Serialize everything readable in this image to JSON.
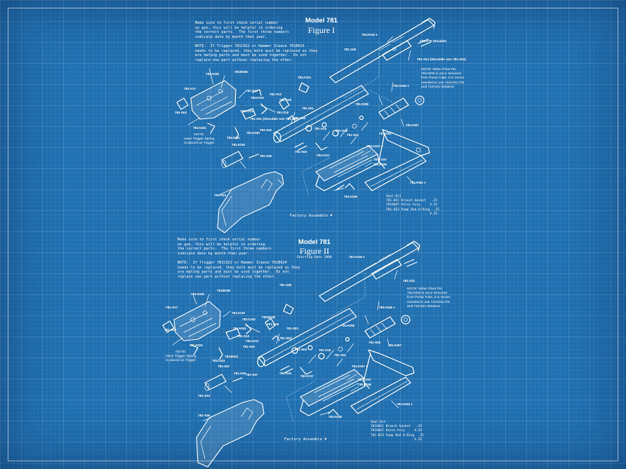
{
  "figures": [
    {
      "model": "Model 781",
      "figure": "Figure I",
      "starting_date": "",
      "note": "Make sure to first check serial number\non gun, this will be helpful in ordering\nthe correct parts.  The first three numbers\nindicate date by month then year.\n\nNOTE:  If Trigger 781C022 or Hammer Sleeve 781B024\nneeds to be replaced, they both must be replaced as they\nare mating parts and must be used together.  Do not\nreplace one part without replacing the other.",
      "pivot_note": "NOTE: When Pivot Pin\n781A006 is once removed\nfrom Pump Tube, it is recom-\nmended to use 715A011 Pin\nand 715-021 Retainer",
      "trigger_note": "NOTE:\nHave Trigger Spring\nis placed on Trigger",
      "factory": "Factory Assemble ♦",
      "seal_kit": "Seal Kit\n781-011 Breech Gasket   .25\n781A047 Valve Assy.    4.35\n781-033 Pump Rod O-Ring  .25\n                       4.35",
      "labels": [
        "781A016 ♦",
        "130-079 Shoulder",
        "781-012 (Shoulder use 781-012)",
        "781A046 ♦",
        "781A008",
        "781-106",
        "781A067",
        "781A047 ♦",
        "781C037",
        "781A036",
        "781A061 ♦",
        "781A035",
        "781-034",
        "781-015",
        "781-016",
        "781-041",
        "781A017",
        "781-043",
        "781-001",
        "781-004",
        "781-039",
        "781A024",
        "781B036",
        "781-037",
        "781-019",
        "781C010",
        "781-012",
        "781A040",
        "781-042",
        "781A031",
        "781C021",
        "781A021",
        "781A025",
        "781-017",
        "781-002",
        "781A030",
        "781-023",
        "781-046",
        "781-031 (Shoulder use 781-047)"
      ]
    },
    {
      "model": "Model 781",
      "figure": "Figure II",
      "starting_date": "Starting Date  1998",
      "note": "Make sure to first check serial number\non gun, this will be helpful in ordering\nthe correct parts.  The first three numbers\nindicate date by month then year.\n\nNOTE:  If Trigger 781C022 or Hammer Sleeve 781B024\nneeds to be replaced, they both must be replaced as they\nare mating parts and must be used together.  Do not\nreplace one part without replacing the other.",
      "pivot_note": "NOTE: When Pivot Pin\n781A006 is once removed\nfrom Pump Tube, it is recom-\nmended to use 715A011 Pin\nand 715-021 Retainer",
      "trigger_note": "NOTE:\nHave Trigger Spring\nis placed on Trigger",
      "factory": "Factory Assemble ♦",
      "seal_kit": "Seal Kit\n781A011 Breech Gasket   .25\n781A047 Valve Assy.    4.35\n781-033 Pump Rod O-Ring  .25\n                       4.35",
      "labels": [
        "781A016 ♦",
        "781-012",
        "781A046 ♦",
        "781A008",
        "781-006",
        "781A067",
        "781A047 ♦",
        "781C037",
        "781A036",
        "781A034 ♦",
        "781A035",
        "781-015",
        "781-041",
        "781-004",
        "781A017",
        "781-043",
        "781-001",
        "781-054",
        "781-039",
        "781B029",
        "781C040",
        "781-012",
        "781A017",
        "781-042",
        "781C021",
        "781A021",
        "781A025",
        "781-017",
        "781-002",
        "781B038",
        "781A019",
        "781A001",
        "781-036",
        "781-023",
        "781B024",
        "781-037",
        "781-046",
        "781-047",
        "781-038"
      ]
    }
  ]
}
